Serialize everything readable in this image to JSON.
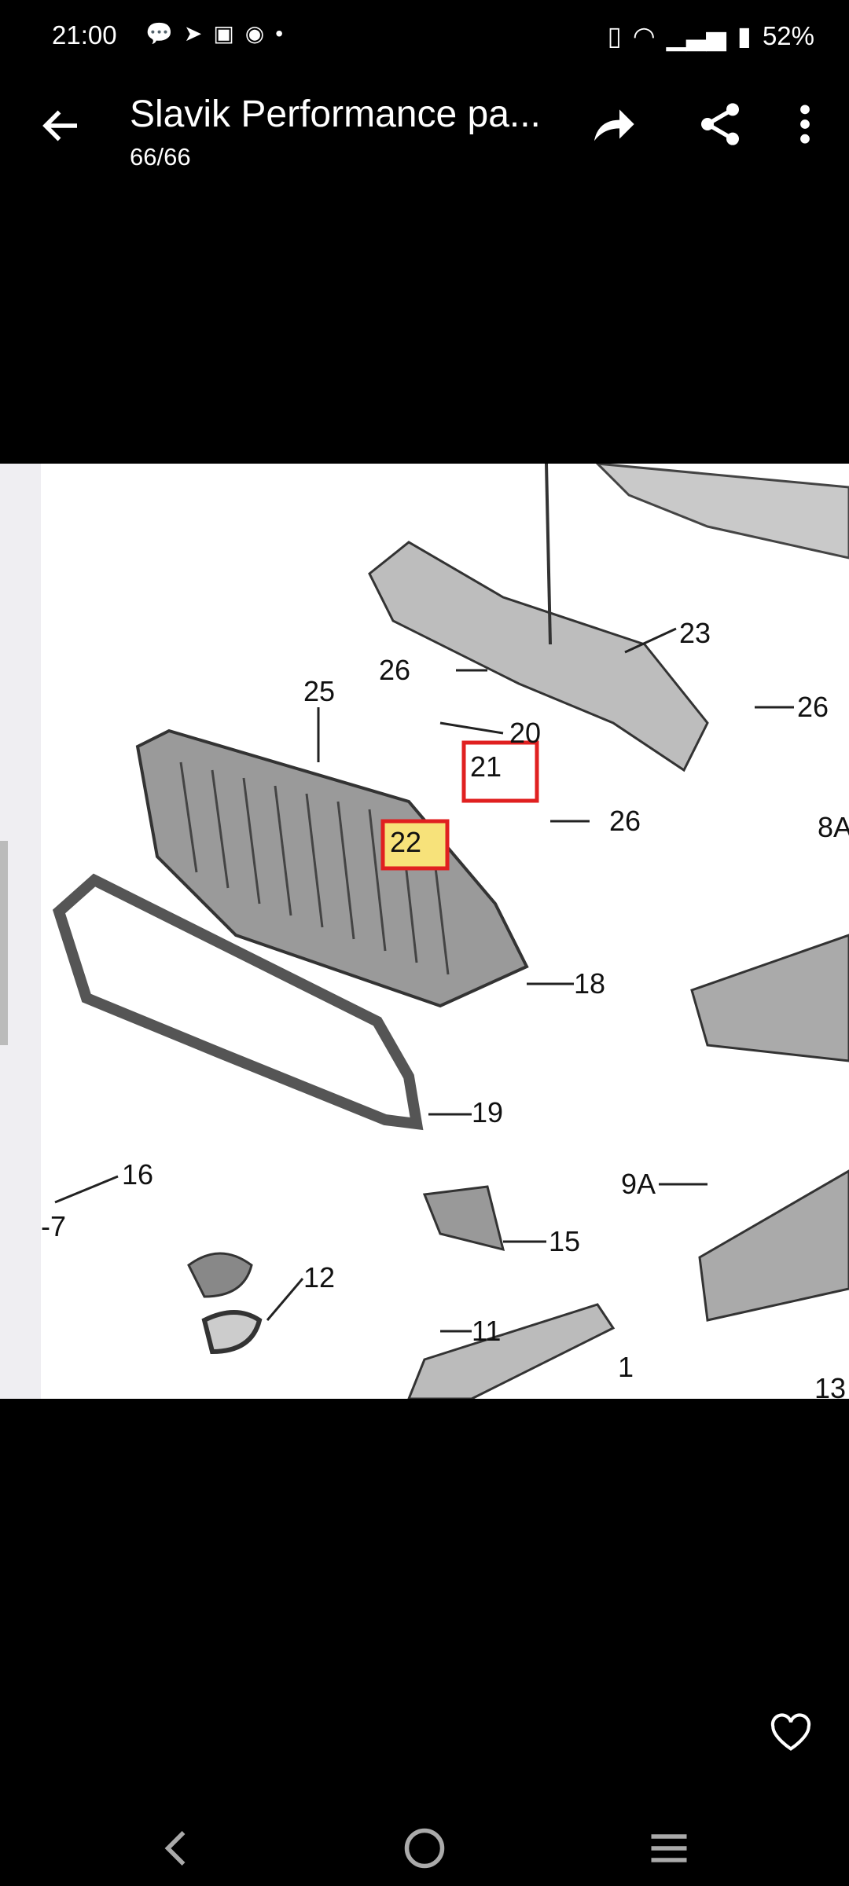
{
  "status_bar": {
    "time": "21:00",
    "battery": "52%",
    "notification_icons": [
      "chat-bubble-icon",
      "telegram-icon",
      "facebook-chat-icon",
      "messenger-icon",
      "dot-icon"
    ]
  },
  "header": {
    "title": "Slavik Performance pa...",
    "subtitle": "66/66"
  },
  "diagram": {
    "labels": [
      "23",
      "26",
      "26",
      "25",
      "20",
      "21",
      "22",
      "26",
      "8A",
      "18",
      "19",
      "16",
      "-7",
      "9A",
      "15",
      "12",
      "11",
      "1",
      "13"
    ],
    "highlight_color": "#e02020",
    "highlight_fill": "#f7e27a"
  }
}
